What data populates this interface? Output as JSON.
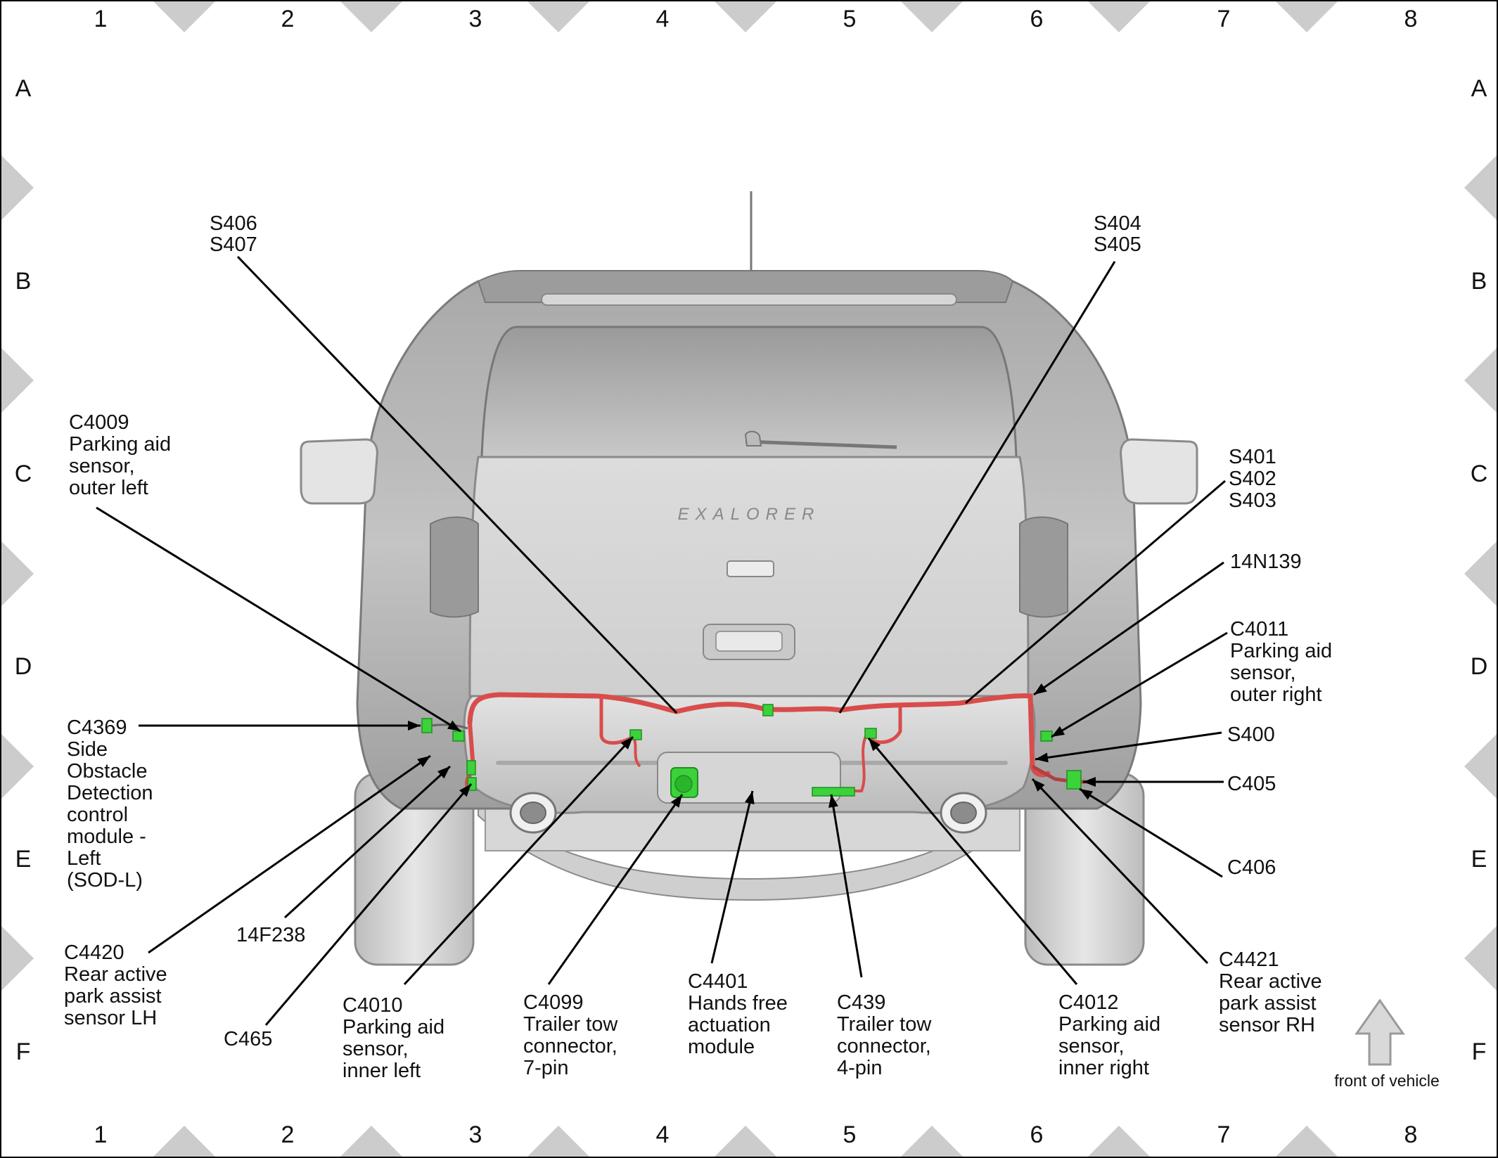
{
  "grid": {
    "columns": [
      "1",
      "2",
      "3",
      "4",
      "5",
      "6",
      "7",
      "8"
    ],
    "rows": [
      "A",
      "B",
      "C",
      "D",
      "E",
      "F"
    ]
  },
  "badge_text": "EXALORER",
  "front_note": "front of vehicle",
  "colors": {
    "harness": "#d94c4c",
    "connector": "#3bd23b",
    "vehicle_body": "#b9b9b9",
    "grid_marker": "#cccccc",
    "arrow_fill": "#d9d9d9"
  },
  "callouts": {
    "s406": [
      "S406",
      "S407"
    ],
    "s404": [
      "S404",
      "S405"
    ],
    "c4009": [
      "C4009",
      "Parking aid",
      "sensor,",
      "outer left"
    ],
    "s401": [
      "S401",
      "S402",
      "S403"
    ],
    "n14n139": [
      "14N139"
    ],
    "c4011": [
      "C4011",
      "Parking aid",
      "sensor,",
      "outer right"
    ],
    "c4369": [
      "C4369",
      "Side",
      "Obstacle",
      "Detection",
      "control",
      "module -",
      "Left",
      "(SOD-L)"
    ],
    "s400": [
      "S400"
    ],
    "c405": [
      "C405"
    ],
    "c406": [
      "C406"
    ],
    "c4420": [
      "C4420",
      "Rear active",
      "park assist",
      "sensor LH"
    ],
    "f14f238": [
      "14F238"
    ],
    "c465": [
      "C465"
    ],
    "c4010": [
      "C4010",
      "Parking aid",
      "sensor,",
      "inner left"
    ],
    "c4099": [
      "C4099",
      "Trailer tow",
      "connector,",
      "7-pin"
    ],
    "c4401": [
      "C4401",
      "Hands free",
      "actuation",
      "module"
    ],
    "c439": [
      "C439",
      "Trailer tow",
      "connector,",
      "4-pin"
    ],
    "c4012": [
      "C4012",
      "Parking aid",
      "sensor,",
      "inner right"
    ],
    "c4421": [
      "C4421",
      "Rear active",
      "park assist",
      "sensor RH"
    ]
  }
}
